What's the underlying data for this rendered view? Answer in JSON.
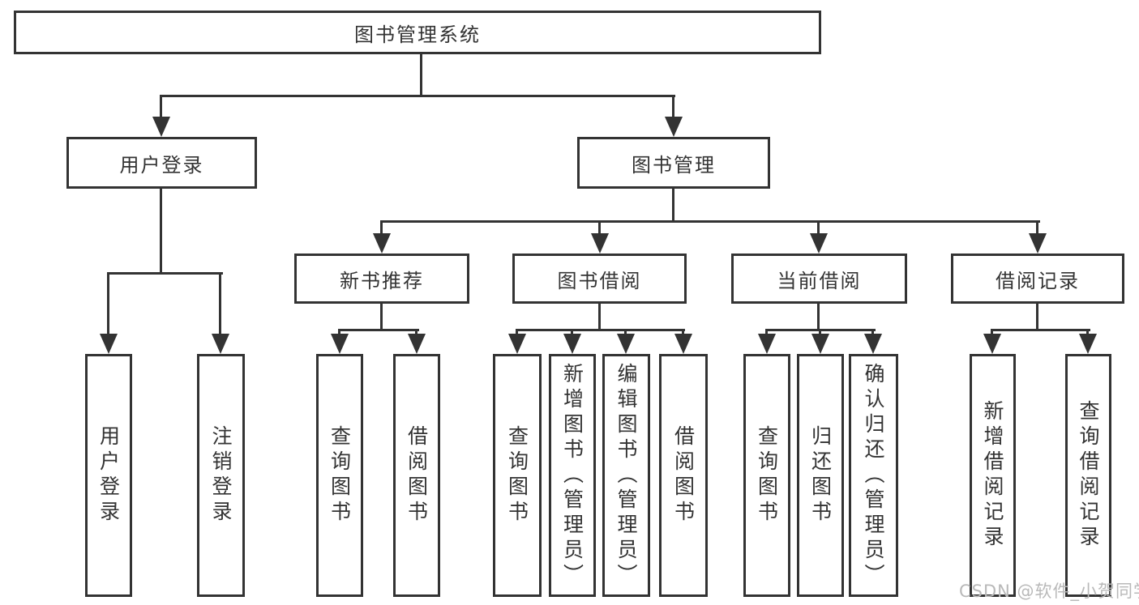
{
  "colors": {
    "line": "#333333",
    "text": "#333333",
    "background": "#ffffff",
    "watermark": "#b9b9b9"
  },
  "tree": {
    "root": {
      "label": "图书管理系统"
    },
    "login": {
      "label": "用户登录",
      "leaves": [
        {
          "label": "用户登录"
        },
        {
          "label": "注销登录"
        }
      ]
    },
    "mgmt": {
      "label": "图书管理",
      "groups": [
        {
          "label": "新书推荐",
          "leaves": [
            {
              "label": "查询图书"
            },
            {
              "label": "借阅图书"
            }
          ]
        },
        {
          "label": "图书借阅",
          "leaves": [
            {
              "label": "查询图书"
            },
            {
              "label": "新增图书（管理员）"
            },
            {
              "label": "编辑图书（管理员）"
            },
            {
              "label": "借阅图书"
            }
          ]
        },
        {
          "label": "当前借阅",
          "leaves": [
            {
              "label": "查询图书"
            },
            {
              "label": "归还图书"
            },
            {
              "label": "确认归还（管理员）"
            }
          ]
        },
        {
          "label": "借阅记录",
          "leaves": [
            {
              "label": "新增借阅记录"
            },
            {
              "label": "查询借阅记录"
            }
          ]
        }
      ]
    }
  },
  "watermark": {
    "text": "CSDN @软件_小贺同学"
  }
}
